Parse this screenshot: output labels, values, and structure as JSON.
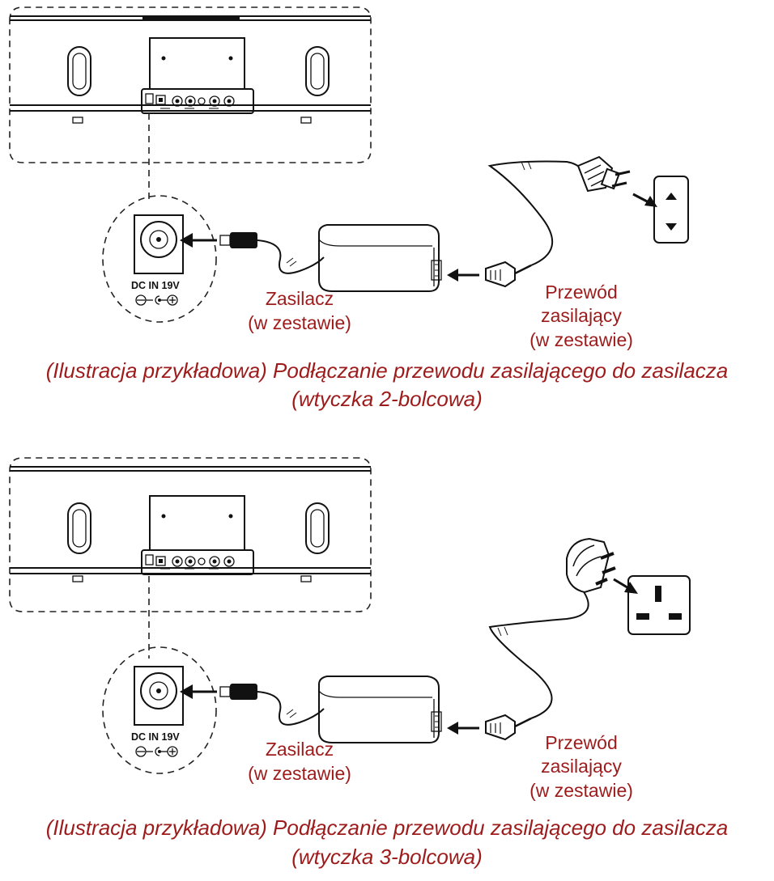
{
  "diagrams": [
    {
      "plug_type": "2-pin",
      "jack_label": "DC IN 19V",
      "adapter_label": [
        "Zasilacz",
        "(w zestawie)"
      ],
      "cord_label": [
        "Przewód",
        "zasilający",
        "(w zestawie)"
      ],
      "caption": [
        "(Ilustracja przykładowa) Podłączanie przewodu zasilającego do zasilacza",
        "(wtyczka 2-bolcowa)"
      ]
    },
    {
      "plug_type": "3-pin",
      "jack_label": "DC IN 19V",
      "adapter_label": [
        "Zasilacz",
        "(w zestawie)"
      ],
      "cord_label": [
        "Przewód",
        "zasilający",
        "(w zestawie)"
      ],
      "caption": [
        "(Ilustracja przykładowa) Podłączanie przewodu zasilającego do zasilacza",
        "(wtyczka 3-bolcowa)"
      ]
    }
  ],
  "colors": {
    "label": "#9e1b1b",
    "line": "#111111"
  }
}
